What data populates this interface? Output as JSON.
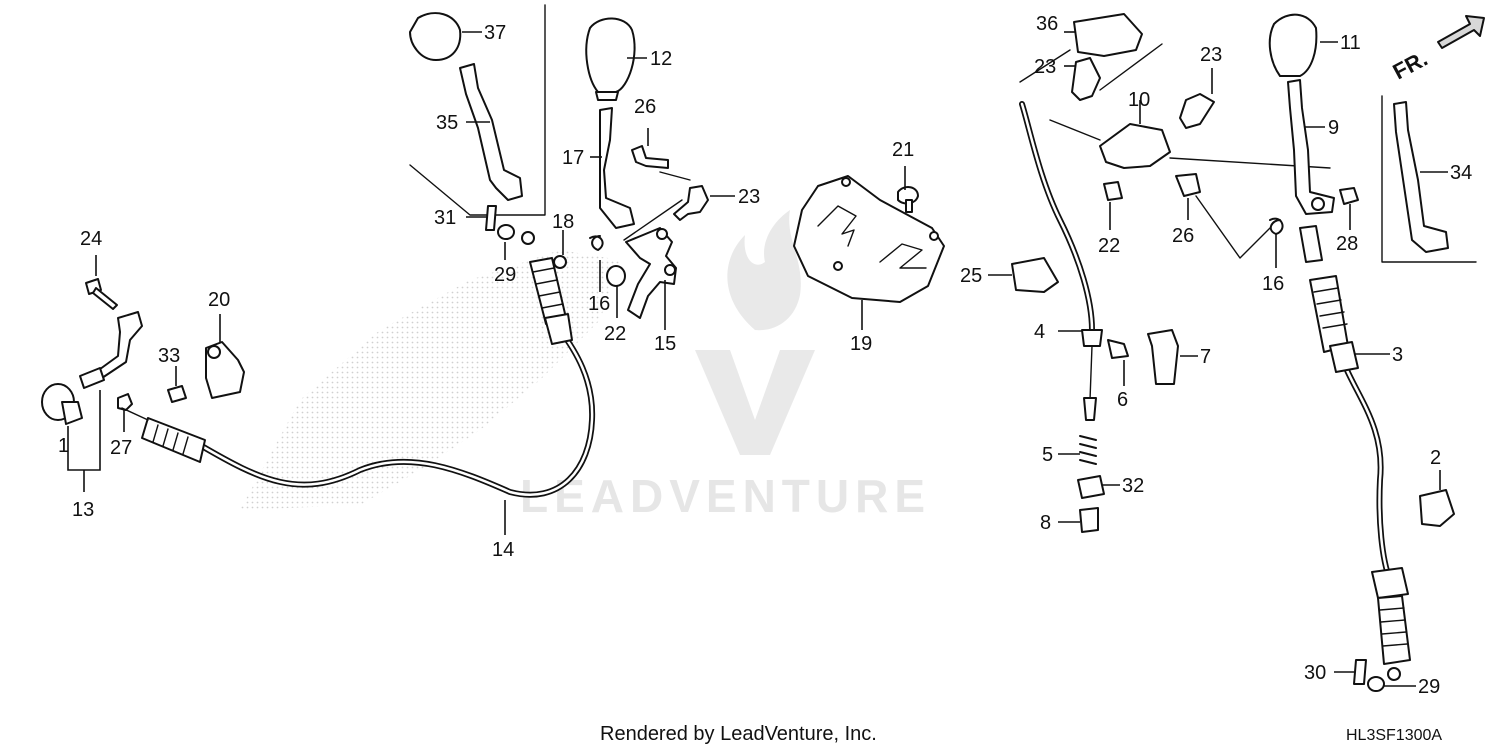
{
  "callouts": {
    "p1": "1",
    "p2": "2",
    "p3": "3",
    "p4": "4",
    "p5": "5",
    "p6": "6",
    "p7": "7",
    "p8": "8",
    "p9": "9",
    "p10": "10",
    "p11": "11",
    "p12": "12",
    "p13": "13",
    "p14": "14",
    "p15": "15",
    "p16a": "16",
    "p16b": "16",
    "p17": "17",
    "p18": "18",
    "p19": "19",
    "p20": "20",
    "p21": "21",
    "p22a": "22",
    "p22b": "22",
    "p23a": "23",
    "p23b": "23",
    "p23c": "23",
    "p24": "24",
    "p25": "25",
    "p26a": "26",
    "p26b": "26",
    "p27": "27",
    "p28": "28",
    "p29a": "29",
    "p29b": "29",
    "p30": "30",
    "p31": "31",
    "p32": "32",
    "p33": "33",
    "p34": "34",
    "p35": "35",
    "p36": "36",
    "p37": "37"
  },
  "direction": {
    "label": "FR."
  },
  "watermark": {
    "brand": "LEADVENTURE"
  },
  "footer": {
    "credit": "Rendered by LeadVenture, Inc.",
    "diagram_code": "HL3SF1300A"
  },
  "colors": {
    "line": "#111111",
    "watermark": "#e6e6e6",
    "background": "#ffffff"
  }
}
